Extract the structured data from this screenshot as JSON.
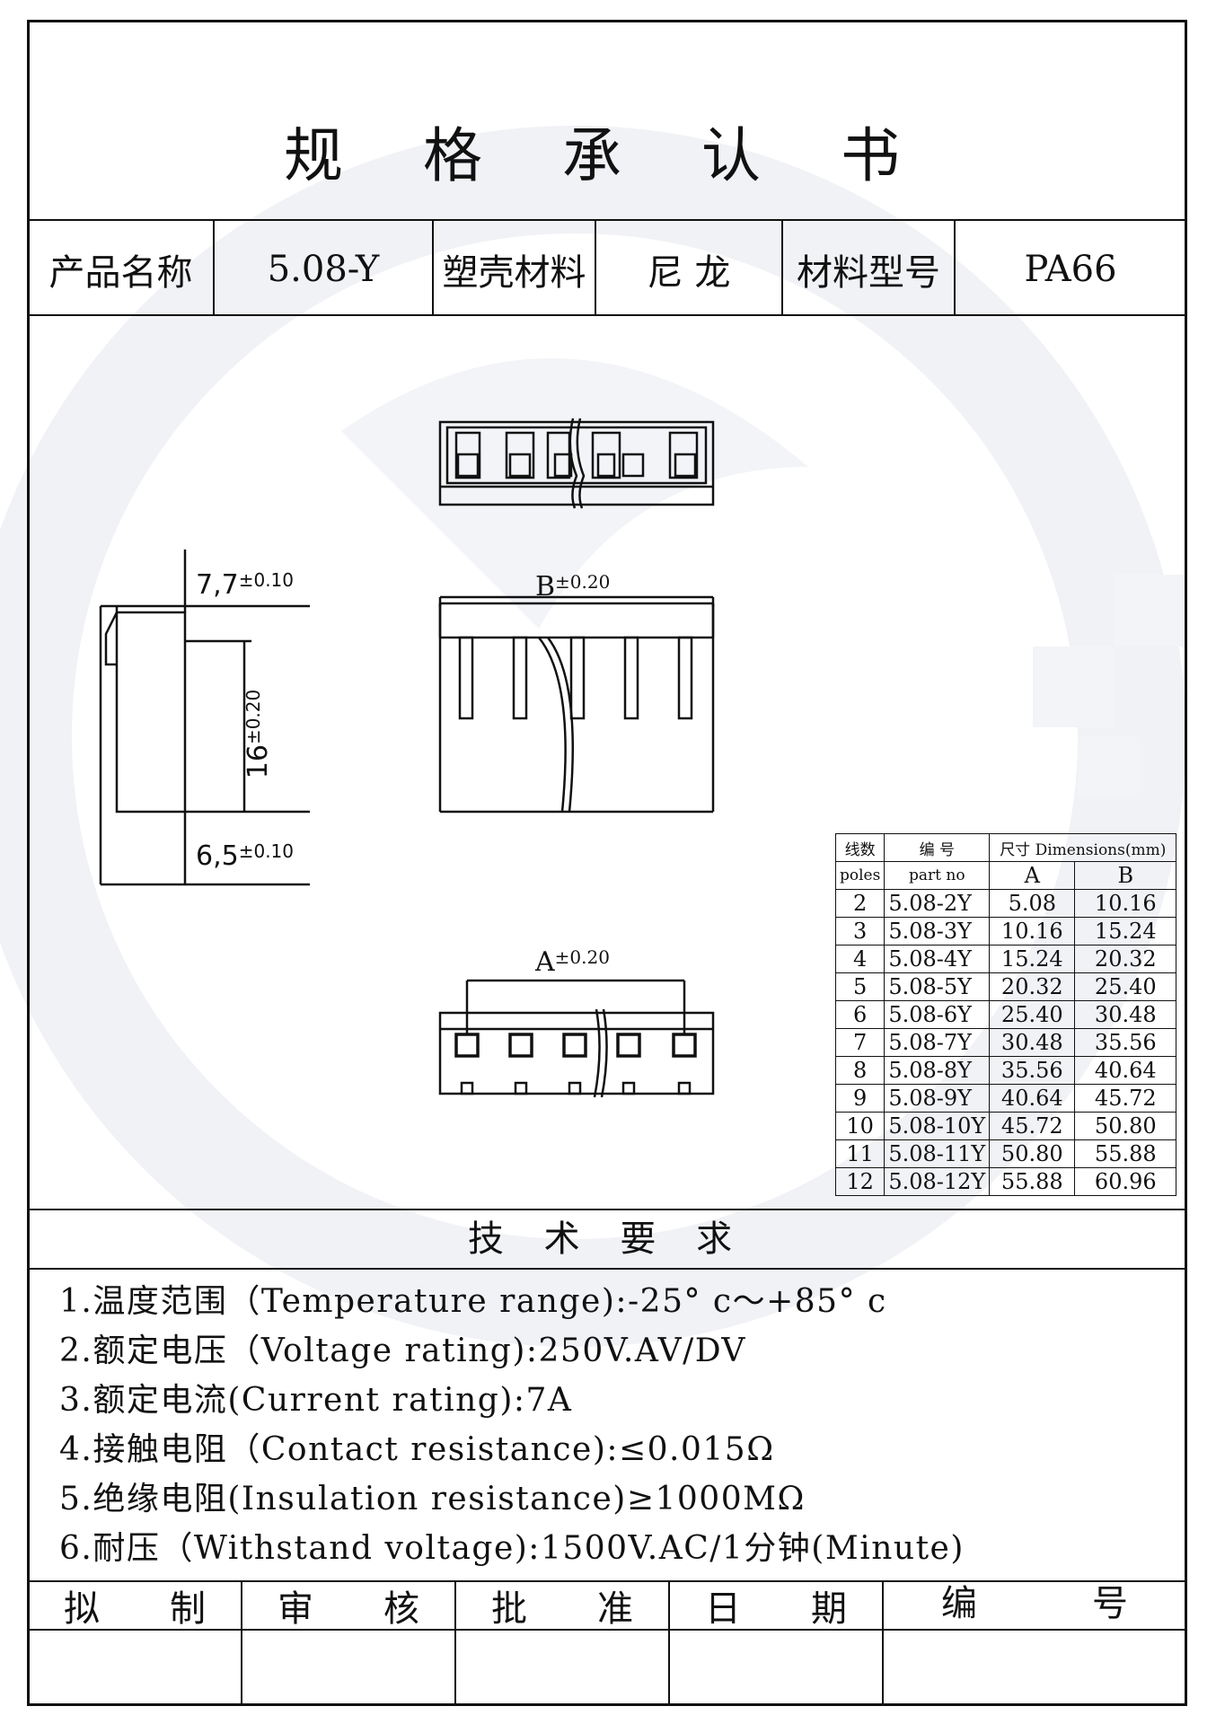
{
  "title": "规 格 承 认 书",
  "header": {
    "product_name_label": "产品名称",
    "product_name_value": "5.08-Y",
    "shell_material_label": "塑壳材料",
    "shell_material_value": "尼 龙",
    "material_model_label": "材料型号",
    "material_model_value": "PA66"
  },
  "drawing": {
    "dim_top": "7,7",
    "dim_top_tol": "±0.10",
    "dim_height": "16",
    "dim_height_tol": "±0.20",
    "dim_bottom": "6,5",
    "dim_bottom_tol": "±0.10",
    "dim_b": "B",
    "dim_b_tol": "±0.20",
    "dim_a": "A",
    "dim_a_tol": "±0.20"
  },
  "dim_table": {
    "h_poles_cn": "线数",
    "h_poles_en": "poles",
    "h_part_cn": "编  号",
    "h_part_en": "part no",
    "h_dims": "尺寸 Dimensions(mm)",
    "h_a": "A",
    "h_b": "B",
    "rows": [
      {
        "poles": "2",
        "part": "5.08-2Y",
        "a": "5.08",
        "b": "10.16"
      },
      {
        "poles": "3",
        "part": "5.08-3Y",
        "a": "10.16",
        "b": "15.24"
      },
      {
        "poles": "4",
        "part": "5.08-4Y",
        "a": "15.24",
        "b": "20.32"
      },
      {
        "poles": "5",
        "part": "5.08-5Y",
        "a": "20.32",
        "b": "25.40"
      },
      {
        "poles": "6",
        "part": "5.08-6Y",
        "a": "25.40",
        "b": "30.48"
      },
      {
        "poles": "7",
        "part": "5.08-7Y",
        "a": "30.48",
        "b": "35.56"
      },
      {
        "poles": "8",
        "part": "5.08-8Y",
        "a": "35.56",
        "b": "40.64"
      },
      {
        "poles": "9",
        "part": "5.08-9Y",
        "a": "40.64",
        "b": "45.72"
      },
      {
        "poles": "10",
        "part": "5.08-10Y",
        "a": "45.72",
        "b": "50.80"
      },
      {
        "poles": "11",
        "part": "5.08-11Y",
        "a": "50.80",
        "b": "55.88"
      },
      {
        "poles": "12",
        "part": "5.08-12Y",
        "a": "55.88",
        "b": "60.96"
      }
    ]
  },
  "tech_title": "技 术 要 求",
  "requirements": [
    "1.温度范围（Temperature range):-25° c～+85° c",
    "2.额定电压（Voltage rating):250V.AV/DV",
    "3.额定电流(Current rating):7A",
    "4.接触电阻（Contact resistance):≤0.015Ω",
    "5.绝缘电阻(Insulation resistance)≥1000MΩ",
    "6.耐压（Withstand voltage):1500V.AC/1分钟(Minute)"
  ],
  "footer": {
    "drafted": [
      "拟",
      "制"
    ],
    "reviewed": [
      "审",
      "核"
    ],
    "approved": [
      "批",
      "准"
    ],
    "date": [
      "日",
      "期"
    ],
    "number": [
      "编",
      "号"
    ]
  }
}
